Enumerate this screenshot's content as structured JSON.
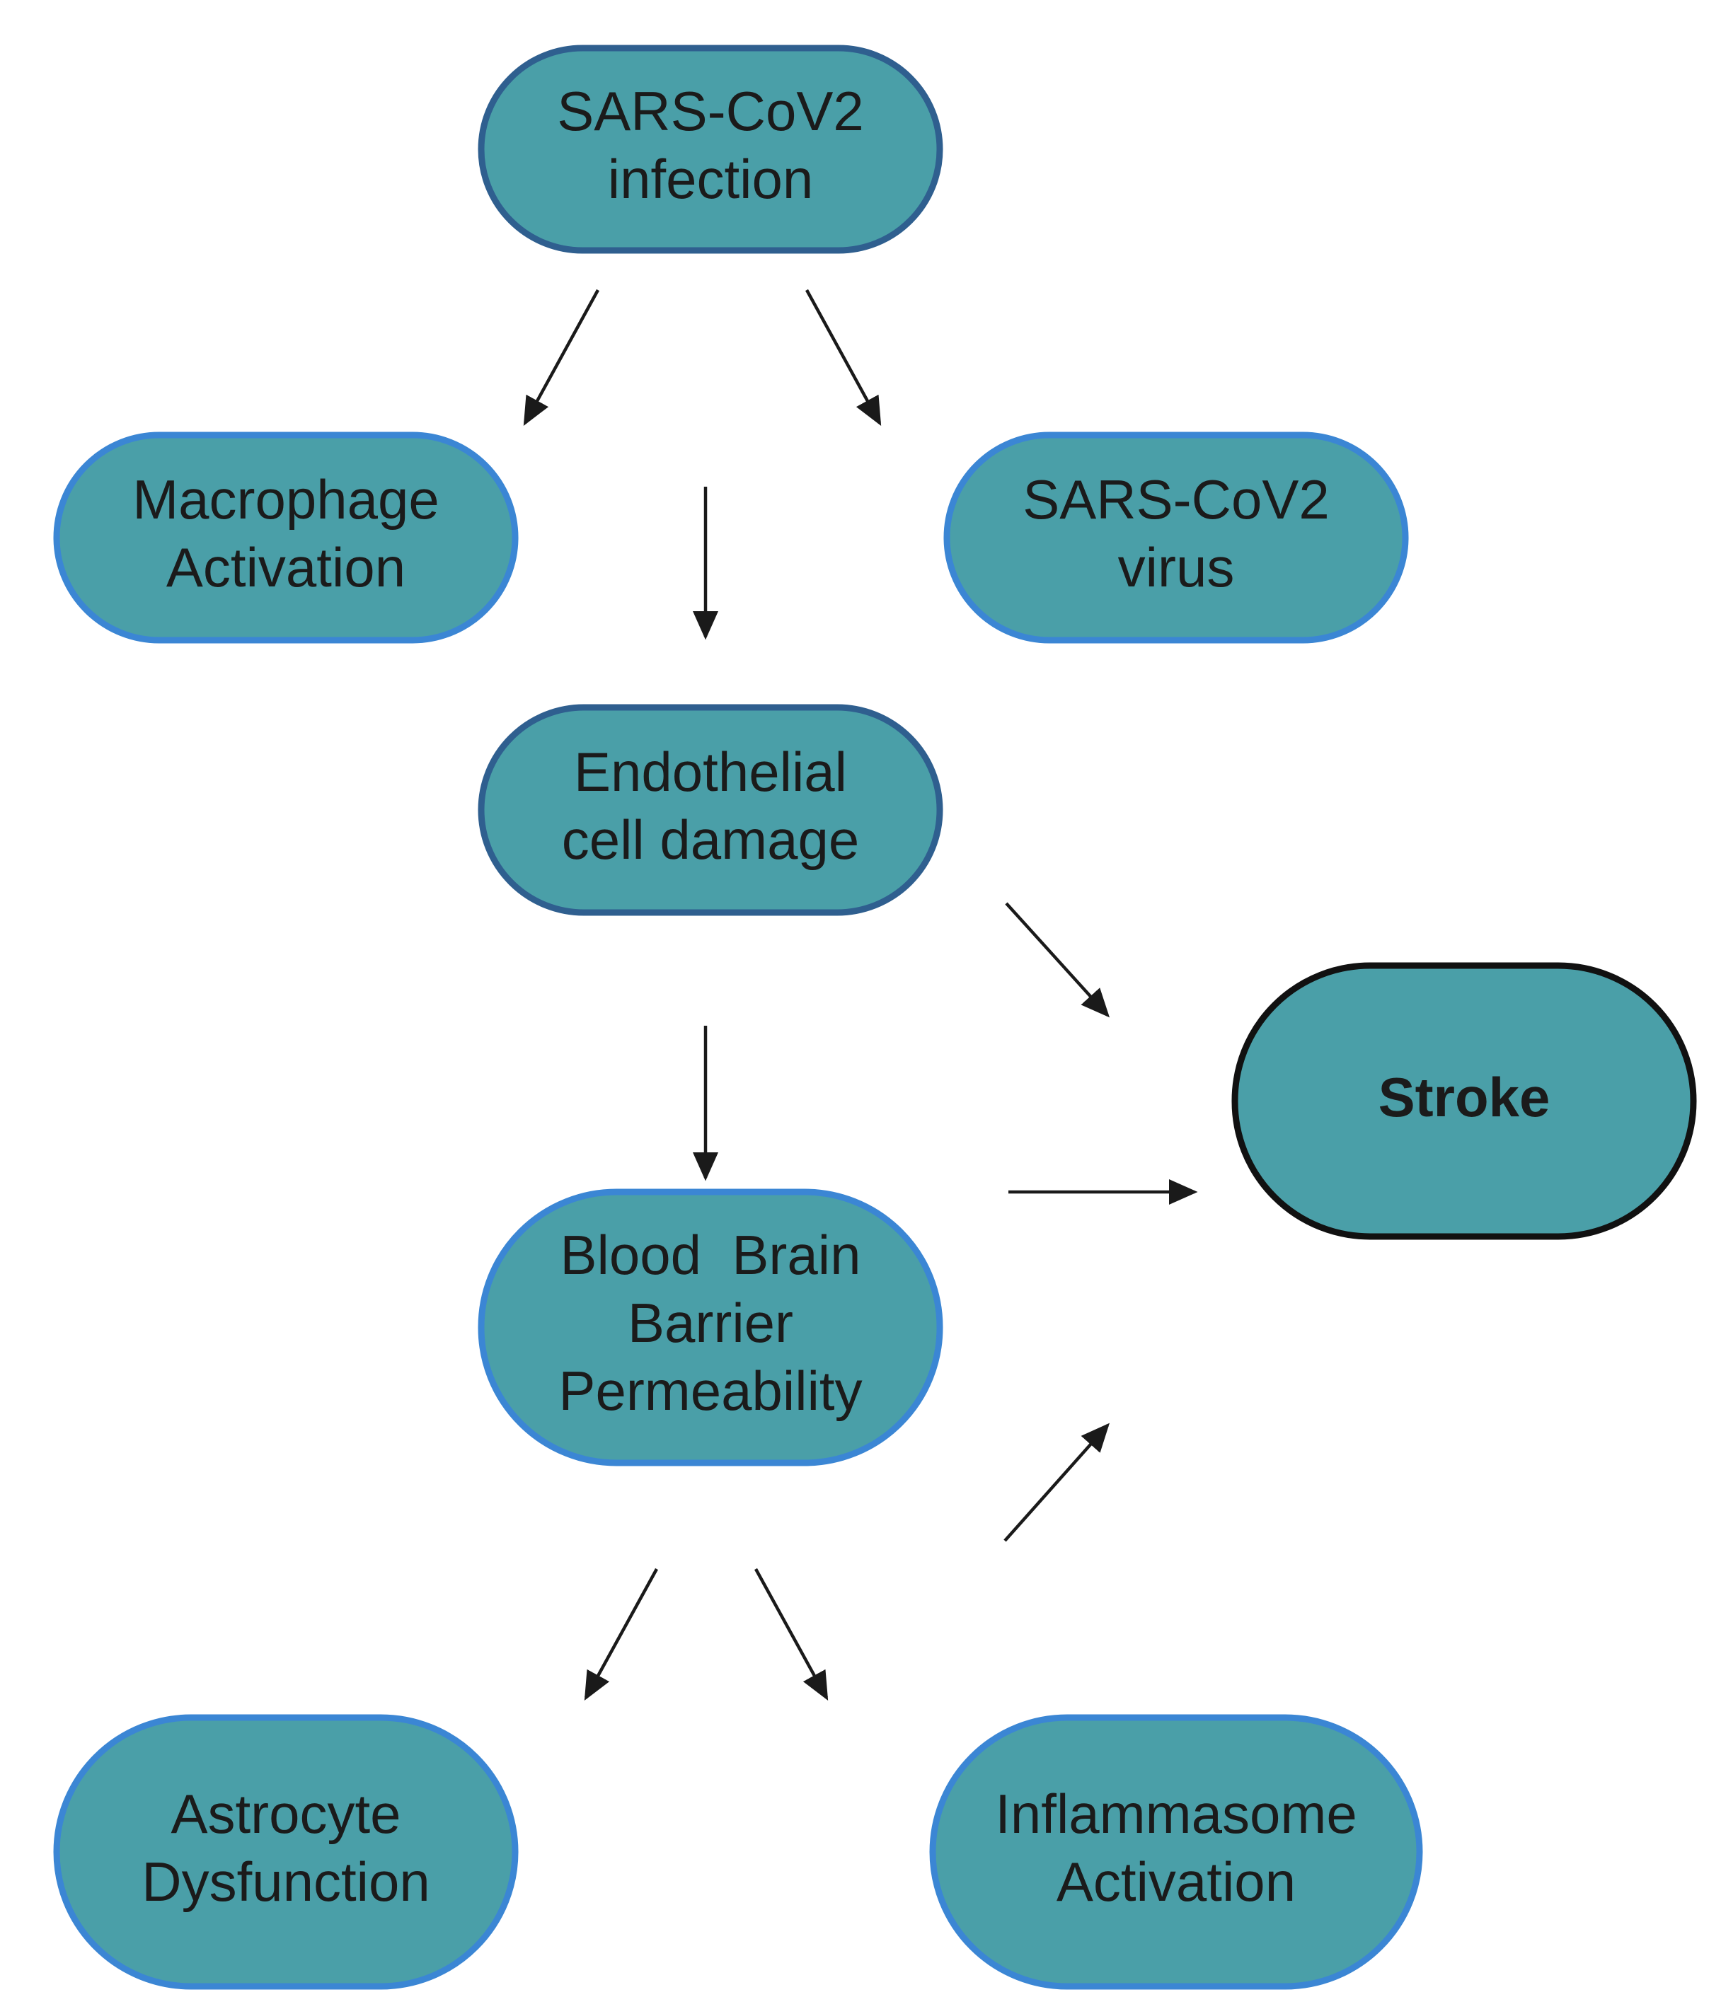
{
  "colors": {
    "node_fill": "#4a9fa8",
    "border_dark_blue": "#2f5f8f",
    "border_bright_blue": "#3b86d4",
    "border_black": "#111111",
    "text": "#1b1b1b",
    "arrow": "#1a1a1a"
  },
  "nodes": {
    "sars_infection": {
      "lines": [
        "SARS-CoV2",
        "infection"
      ],
      "border": "border_dark_blue"
    },
    "macrophage": {
      "lines": [
        "Macrophage",
        "Activation"
      ],
      "border": "border_bright_blue"
    },
    "sars_virus": {
      "lines": [
        "SARS-CoV2",
        "virus"
      ],
      "border": "border_bright_blue"
    },
    "endothelial": {
      "lines": [
        "Endothelial",
        "cell damage"
      ],
      "border": "border_dark_blue"
    },
    "stroke": {
      "lines": [
        "Stroke"
      ],
      "border": "border_black",
      "bold": true
    },
    "bbb": {
      "lines": [
        "Blood  Brain",
        "Barrier",
        "Permeability"
      ],
      "border": "border_bright_blue"
    },
    "astrocyte": {
      "lines": [
        "Astrocyte",
        "Dysfunction"
      ],
      "border": "border_bright_blue"
    },
    "inflammasome": {
      "lines": [
        "Inflammasome",
        "Activation"
      ],
      "border": "border_bright_blue"
    }
  }
}
